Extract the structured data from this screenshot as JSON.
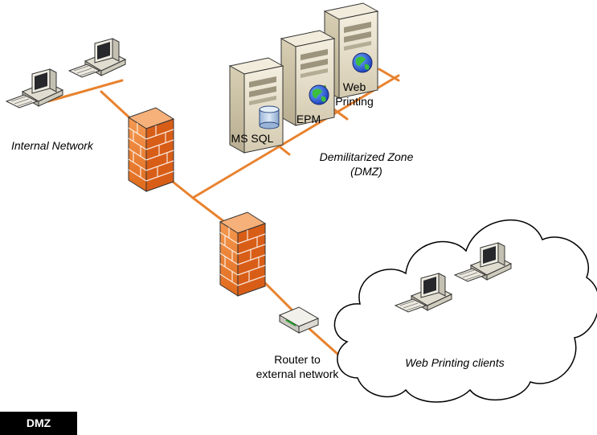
{
  "labels": {
    "internal_network": "Internal Network",
    "dmz_line1": "Demilitarized Zone",
    "dmz_line2": "(DMZ)",
    "ms_sql": "MS SQL",
    "epm": "EPM",
    "web_line1": "Web",
    "web_line2": "Printing",
    "router_line1": "Router to",
    "router_line2": "external network",
    "web_printing_clients": "Web Printing clients"
  },
  "badge": "DMZ",
  "colors": {
    "link": "#e8822e",
    "firewall": "#e8782a",
    "server": "#e4dcc4",
    "cloud_stroke": "#000000",
    "badge_bg": "#000000"
  },
  "icons": [
    "workstation-icon",
    "firewall-icon",
    "server-icon",
    "database-icon",
    "globe-icon",
    "router-icon",
    "cloud-icon"
  ]
}
